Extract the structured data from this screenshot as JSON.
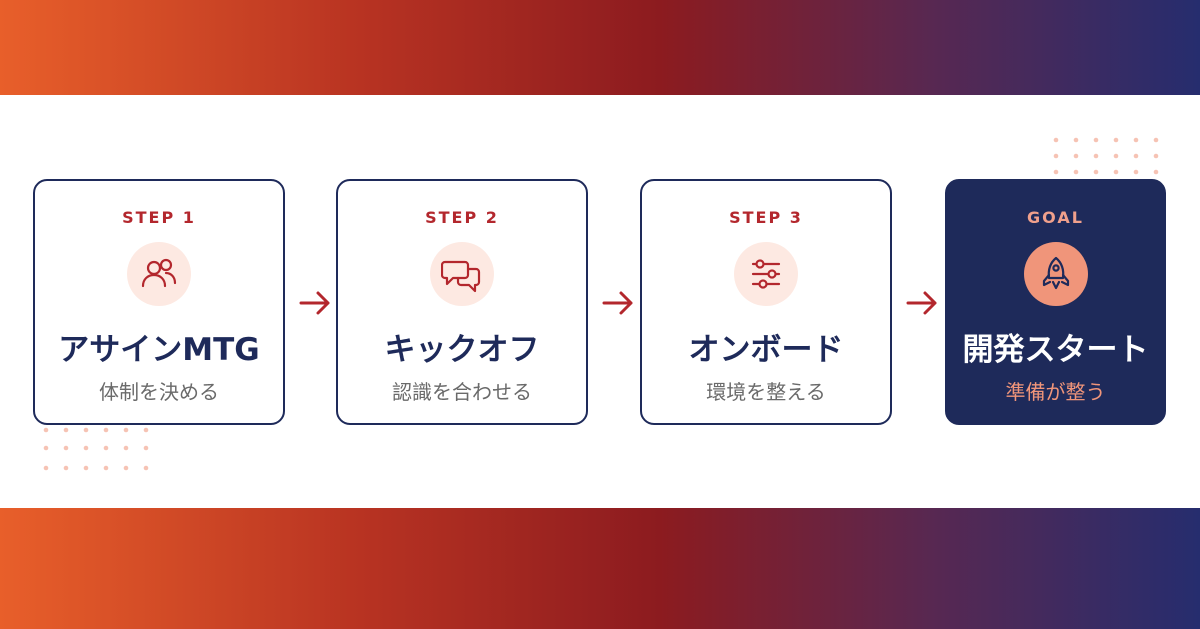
{
  "steps": [
    {
      "label": "STEP 1",
      "icon": "users-icon",
      "title": "アサインMTG",
      "subtitle": "体制を決める"
    },
    {
      "label": "STEP 2",
      "icon": "chat-bubbles-icon",
      "title": "キックオフ",
      "subtitle": "認識を合わせる"
    },
    {
      "label": "STEP 3",
      "icon": "sliders-icon",
      "title": "オンボード",
      "subtitle": "環境を整える"
    }
  ],
  "goal": {
    "label": "GOAL",
    "icon": "rocket-icon",
    "title": "開発スタート",
    "subtitle": "準備が整う"
  },
  "colors": {
    "navy": "#1e2a5a",
    "red": "#b3272d",
    "salmon": "#f0957a",
    "icon_bg": "#fde9e2",
    "gradient": [
      "#e85f2a",
      "#8c1b1f",
      "#262d6e"
    ]
  }
}
